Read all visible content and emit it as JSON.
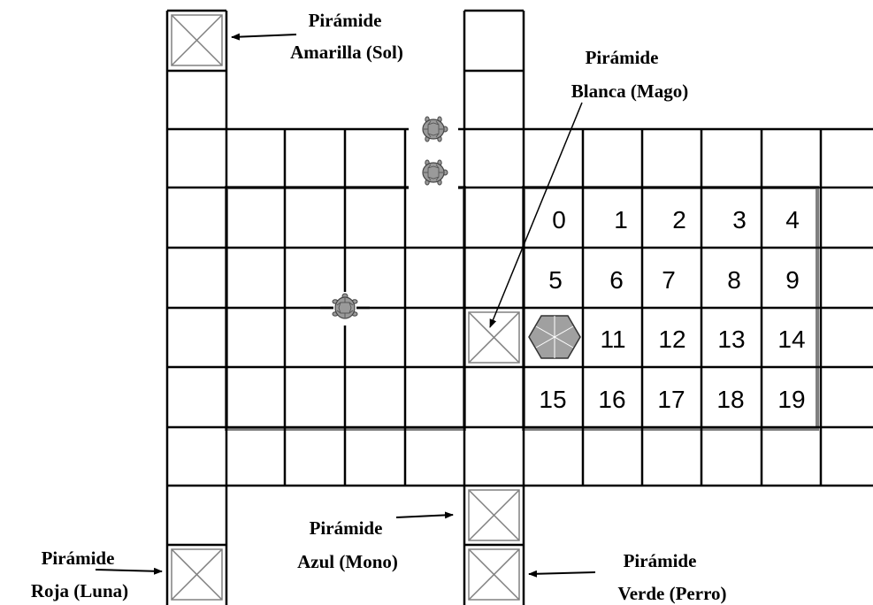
{
  "labels": {
    "amarilla": {
      "line1": "Pirámide",
      "line2": "Amarilla (Sol)"
    },
    "blanca": {
      "line1": "Pirámide",
      "line2": "Blanca (Mago)"
    },
    "azul": {
      "line1": "Pirámide",
      "line2": "Azul (Mono)"
    },
    "roja": {
      "line1": "Pirámide",
      "line2": "Roja (Luna)"
    },
    "verde": {
      "line1": "Pirámide",
      "line2": "Verde (Perro)"
    }
  },
  "numbers": [
    "0",
    "1",
    "2",
    "3",
    "4",
    "5",
    "6",
    "7",
    "8",
    "9",
    "",
    "11",
    "12",
    "13",
    "14",
    "15",
    "16",
    "17",
    "18",
    "19"
  ],
  "icons": {
    "pyramid": "pyramid-icon",
    "turtle": "turtle-icon",
    "hexagon": "hexagon-icon"
  },
  "colors": {
    "grid": "#000000",
    "region": "#808080",
    "hexagon": "#a0a0a0",
    "turtle": "#9a9a9a"
  }
}
